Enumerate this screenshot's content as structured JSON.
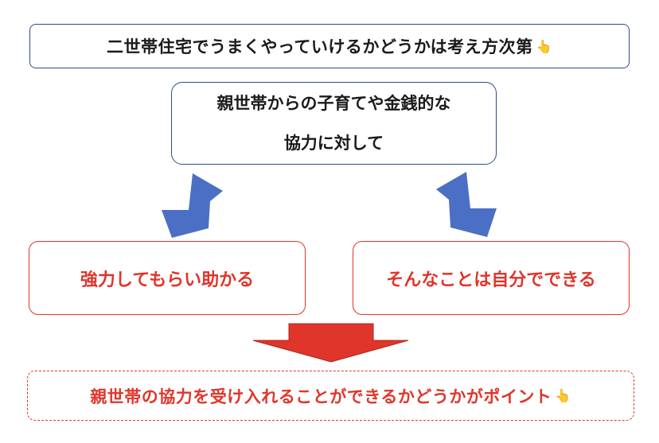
{
  "top_box": {
    "text": "二世帯住宅でうまくやっていけるかどうかは考え方次第",
    "icon": "pointing-hand-icon"
  },
  "middle_box": {
    "line1": "親世帯からの子育てや金銭的な",
    "line2": "協力に対して"
  },
  "left_box": {
    "text": "強力してもらい助かる"
  },
  "right_box": {
    "text": "そんなことは自分でできる"
  },
  "bottom_box": {
    "text": "親世帯の協力を受け入れることができるかどうかがポイント",
    "icon": "pointing-hand-icon"
  },
  "colors": {
    "blue_border": "#2f4a8a",
    "blue_arrow": "#4a6fc4",
    "red": "#e0352b"
  }
}
